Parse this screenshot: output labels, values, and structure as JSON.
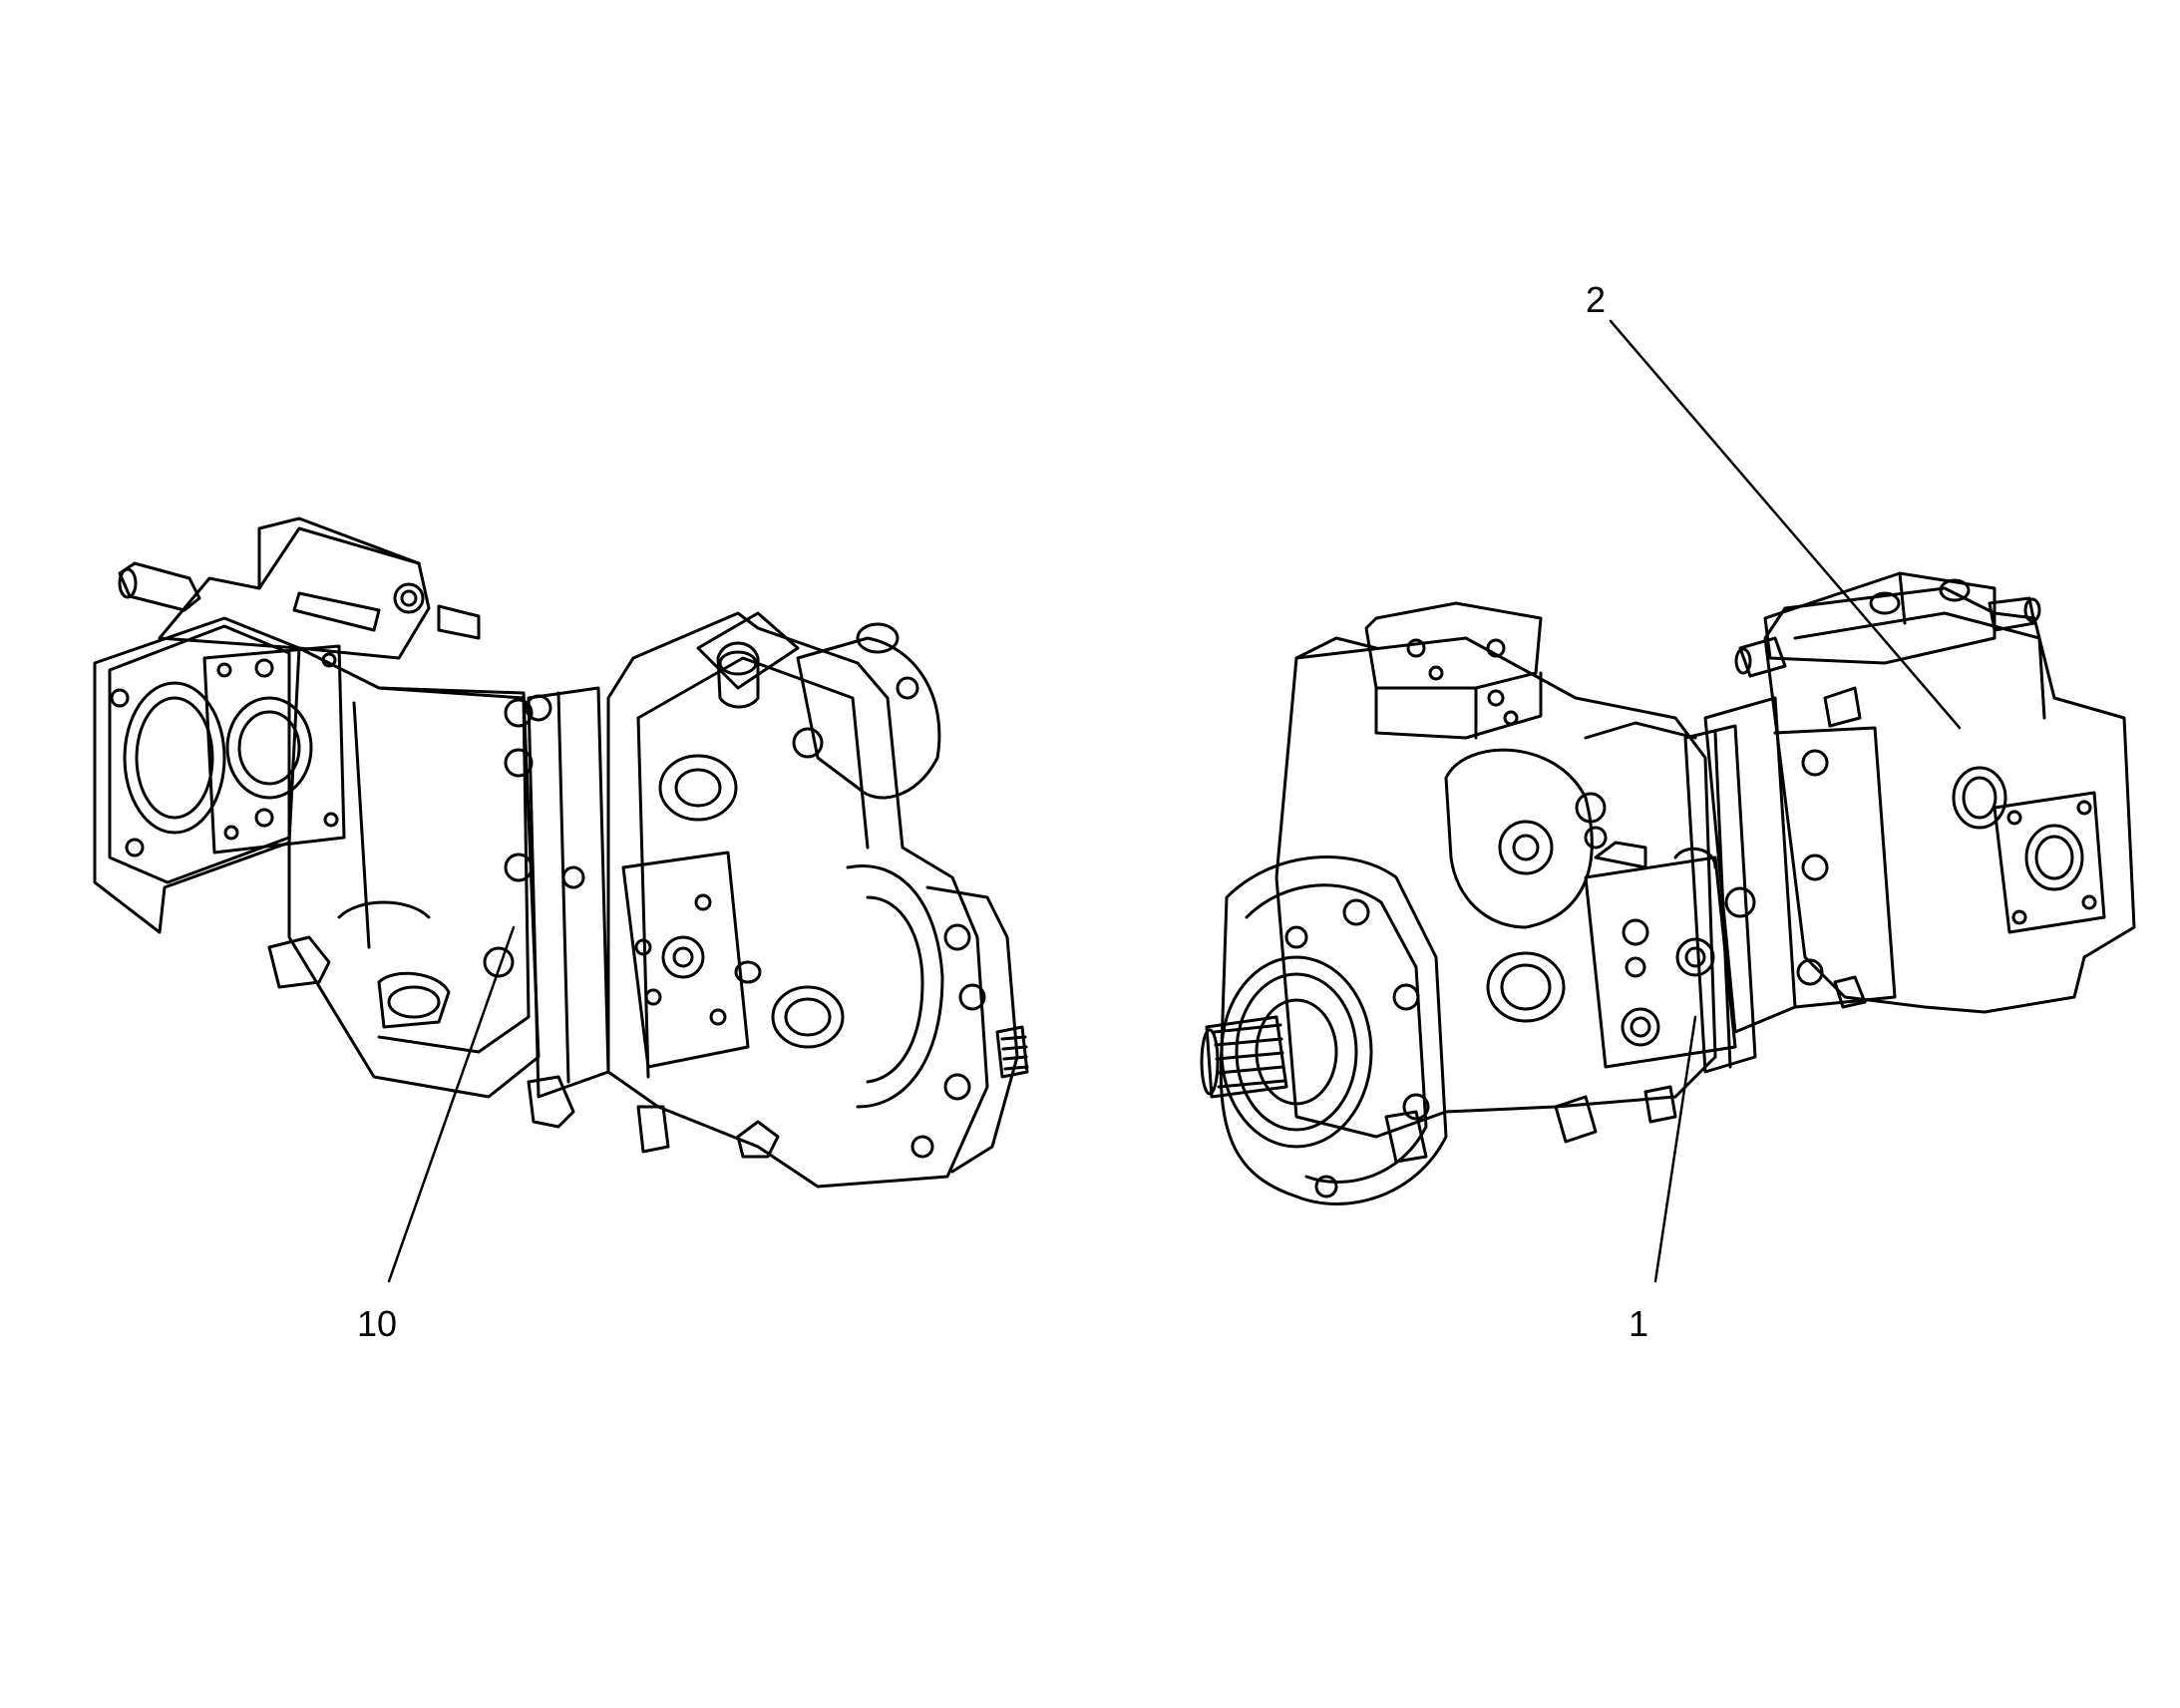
{
  "callouts": {
    "left_part": "10",
    "right_body": "1",
    "right_top": "2"
  },
  "colors": {
    "line": "#000000",
    "background": "#ffffff"
  }
}
